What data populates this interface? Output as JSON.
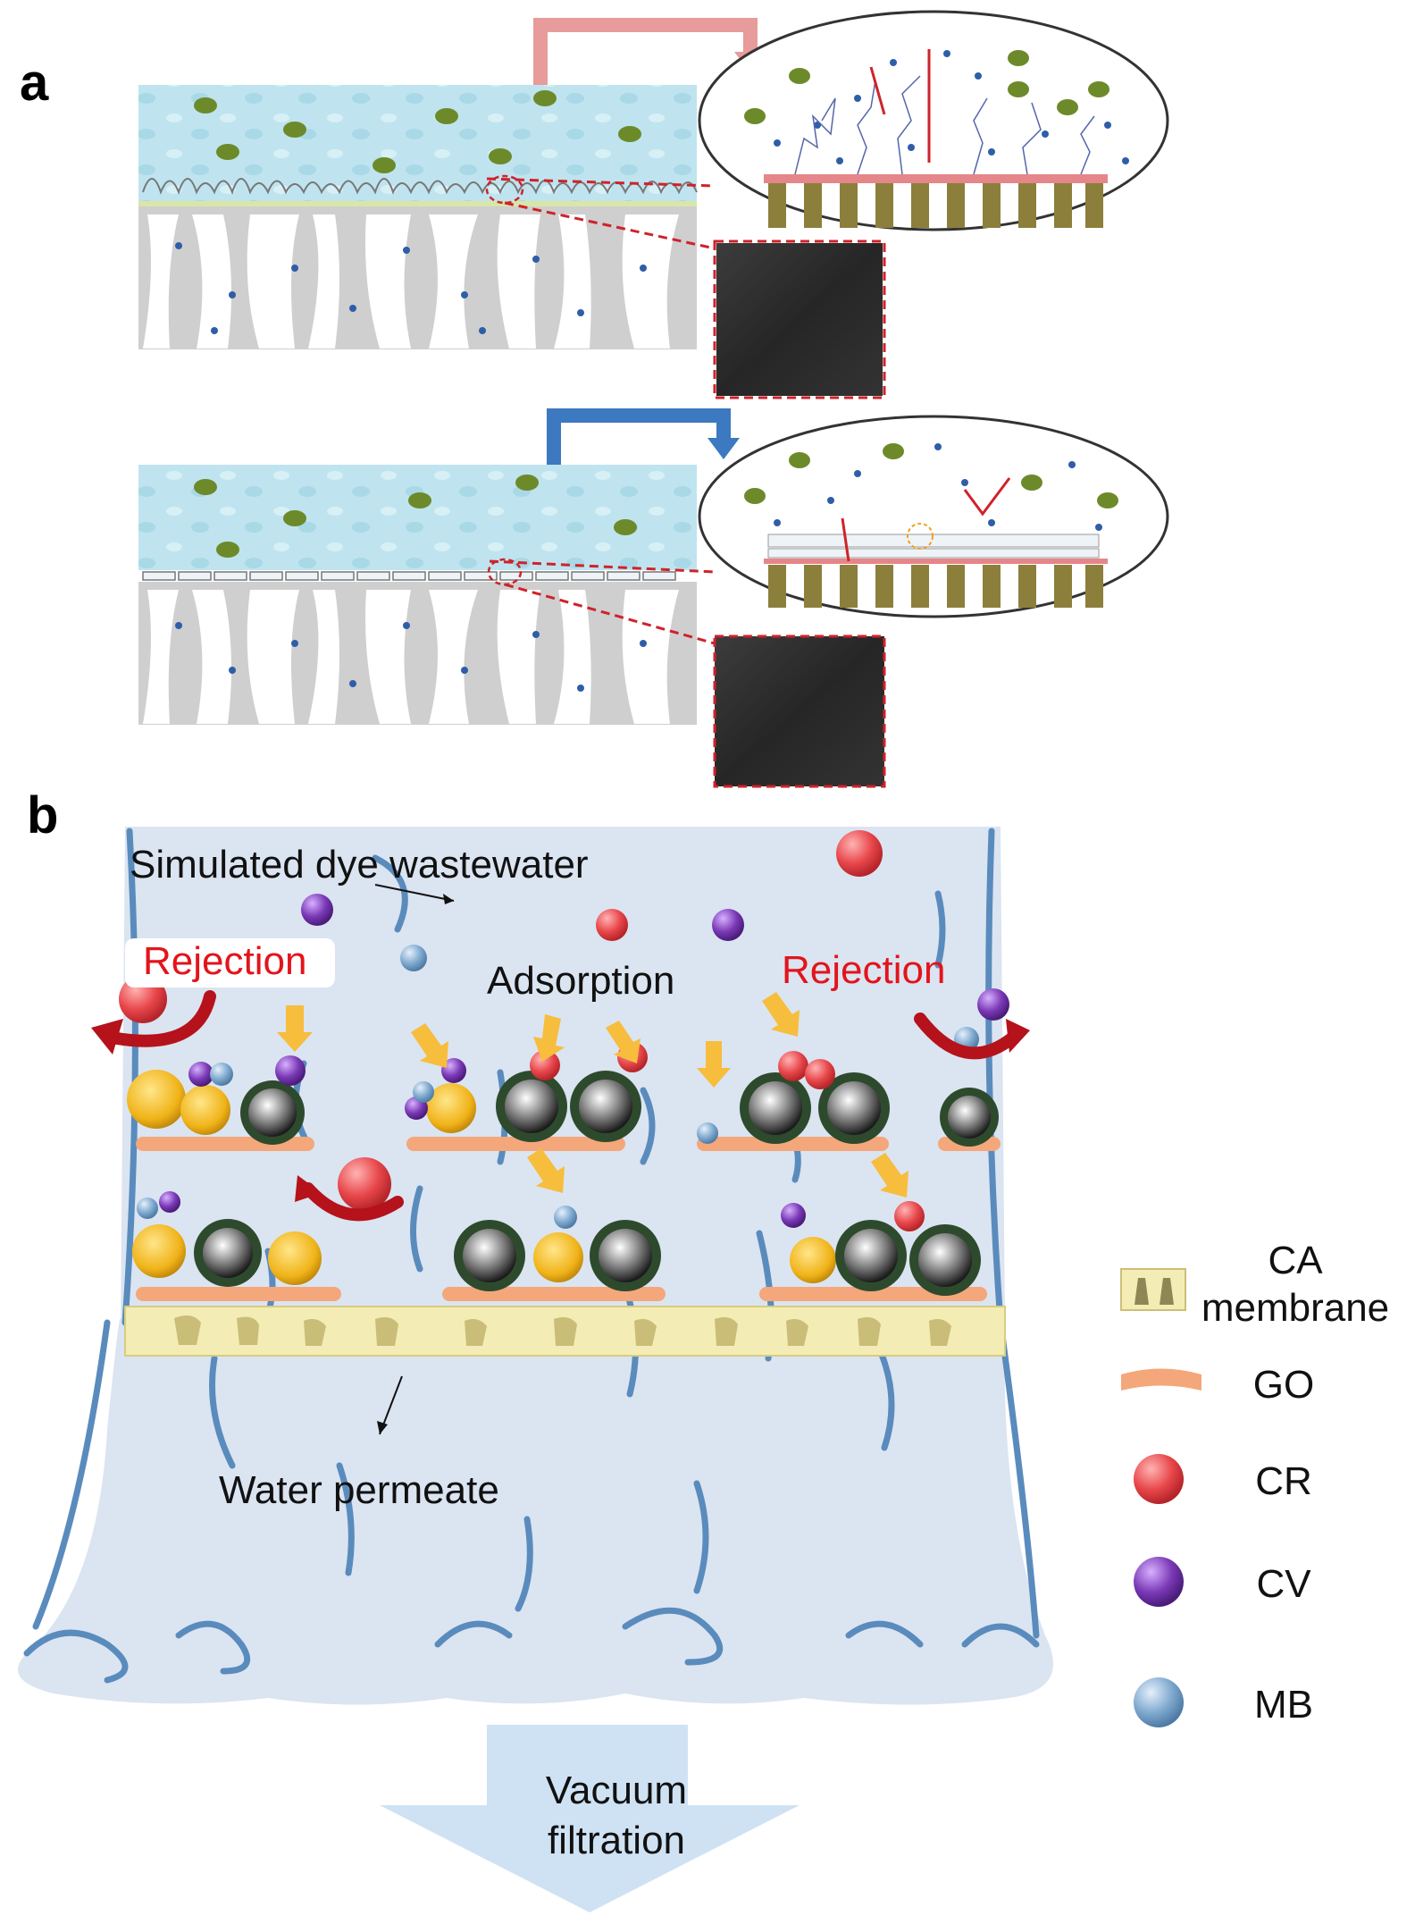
{
  "panel_a": {
    "label": "a"
  },
  "panel_b": {
    "label": "b",
    "annotations": {
      "feed": "Simulated dye wastewater",
      "rejection_left": "Rejection",
      "adsorption": "Adsorption",
      "rejection_right": "Rejection",
      "permeate": "Water permeate",
      "vacuum_line1": "Vacuum",
      "vacuum_line2": "filtration"
    },
    "legend": [
      {
        "id": "ca",
        "line1": "CA",
        "line2": "membrane",
        "color": "#f3ecb4",
        "icon": "ca-membrane-swatch"
      },
      {
        "id": "go",
        "line1": "GO",
        "color": "#f4a77a",
        "icon": "go-sheet-swatch"
      },
      {
        "id": "cr",
        "line1": "CR",
        "color": "#e8474b",
        "icon": "red-sphere"
      },
      {
        "id": "cv",
        "line1": "CV",
        "color": "#7a39b6",
        "icon": "purple-sphere"
      },
      {
        "id": "mb",
        "line1": "MB",
        "color": "#7fa9cf",
        "icon": "blue-sphere"
      }
    ]
  },
  "colors": {
    "water": "#bfe4ef",
    "membrane_body": "#dbe4f1",
    "membrane_outline": "#5a8bbd",
    "arrow_pink": "#e79b9a",
    "arrow_blue": "#3c79c0",
    "rejection_arrow": "#b5121b",
    "adsorption_arrow": "#f7bd3c",
    "go_sheet": "#f4a77a",
    "ca_layer": "#f3ecb4",
    "foulant_green": "#6d8a2a",
    "olive_bar": "#8c7f3c"
  }
}
